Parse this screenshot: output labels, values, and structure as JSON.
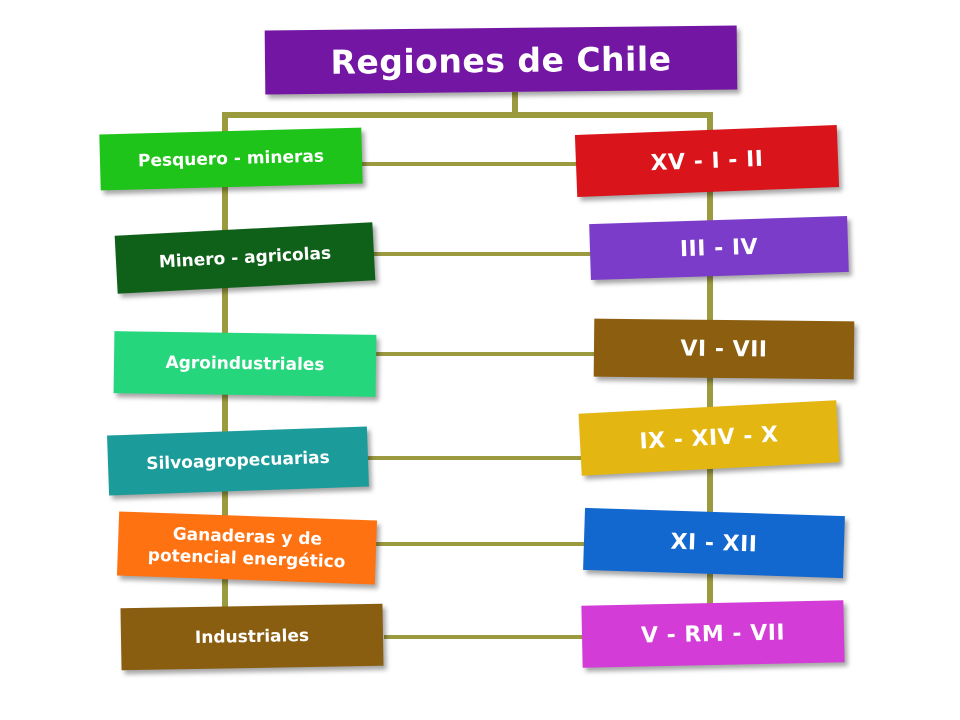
{
  "title": "Regiones de Chile",
  "colors": {
    "connector": "#9b9a3f",
    "title_bg": "#7316a3"
  },
  "rows": [
    {
      "category": "Pesquero - mineras",
      "category_color": "#1ec419",
      "regions": "XV - I - II",
      "regions_color": "#d9141a"
    },
    {
      "category": "Minero - agricolas",
      "category_color": "#0f6119",
      "regions": "III - IV",
      "regions_color": "#7b3dc9"
    },
    {
      "category": "Agroindustriales",
      "category_color": "#26d67c",
      "regions": "VI - VII",
      "regions_color": "#8c5e10"
    },
    {
      "category": "Silvoagropecuarias",
      "category_color": "#1c9b9b",
      "regions": "IX - XIV - X",
      "regions_color": "#e3b611"
    },
    {
      "category": "Ganaderas y de potencial energético",
      "category_color": "#ff7211",
      "regions": "XI - XII",
      "regions_color": "#1268cf"
    },
    {
      "category": "Industriales",
      "category_color": "#8a5e10",
      "regions": "V - RM - VII",
      "regions_color": "#d33cd6"
    }
  ]
}
